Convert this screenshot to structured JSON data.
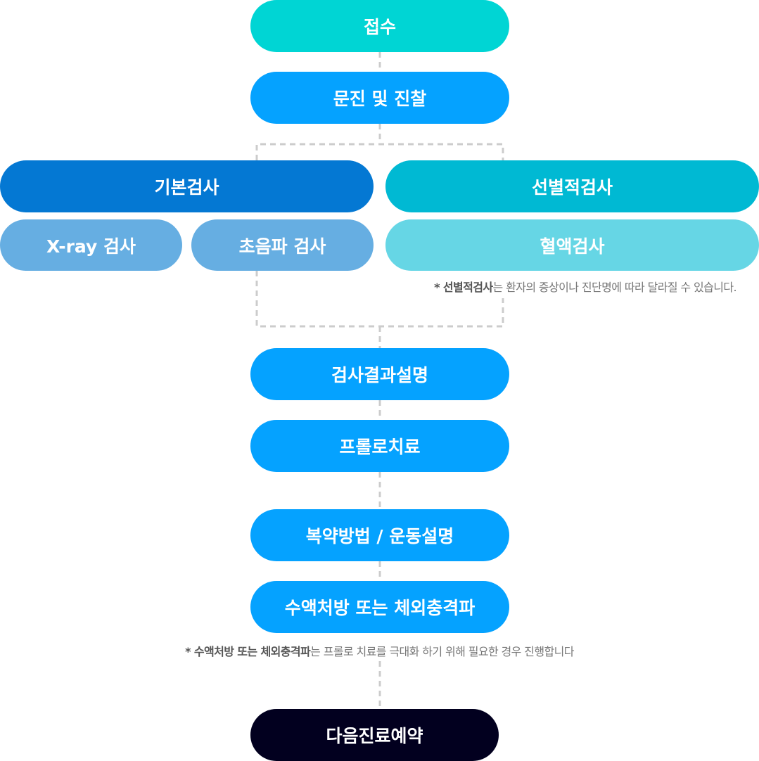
{
  "colors": {
    "cyan": "#00d5d4",
    "blue": "#05a2ff",
    "dark_blue": "#0478d3",
    "teal": "#00b9d3",
    "light_blue": "#66aee2",
    "light_cyan": "#66d6e5",
    "navy": "#02001f",
    "connector": "#cccccc"
  },
  "steps": {
    "reception": "접수",
    "consultation": "문진 및 진찰",
    "result_explanation": "검사결과설명",
    "prolotherapy": "프롤로치료",
    "medication_exercise": "복약방법 / 운동설명",
    "iv_or_shockwave": "수액처방 또는 체외충격파",
    "next_appointment": "다음진료예약"
  },
  "basic_tests": {
    "title": "기본검사",
    "xray": "X-ray 검사",
    "ultrasound": "초음파 검사"
  },
  "selective_tests": {
    "title": "선별적검사",
    "blood": "혈액검사"
  },
  "notes": {
    "selective_bold": "* 선별적검사",
    "selective_rest": "는 환자의 증상이나 진단명에 따라 달라질 수 있습니다.",
    "iv_bold": "* 수액처방 또는 체외충격파",
    "iv_rest": "는 프롤로 치료를 극대화 하기 위해 필요한 경우 진행합니다"
  }
}
